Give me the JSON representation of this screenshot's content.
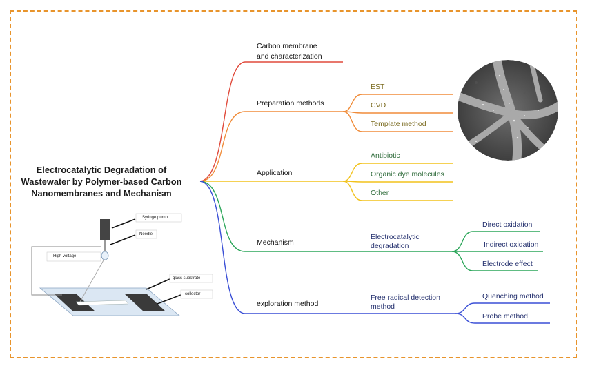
{
  "title": "Electrocatalytic Degradation of Wastewater by Polymer-based Carbon Nanomembranes and Mechanism",
  "branches": [
    {
      "label": "Carbon membrane and characterization",
      "line1": "Carbon membrane",
      "line2": "and characterization",
      "color": "#e04a3b",
      "children": []
    },
    {
      "label": "Preparation methods",
      "color": "#f08c3a",
      "children": [
        {
          "label": "EST"
        },
        {
          "label": "CVD"
        },
        {
          "label": "Template method"
        }
      ]
    },
    {
      "label": "Application",
      "color": "#f2c21b",
      "children": [
        {
          "label": "Antibiotic"
        },
        {
          "label": "Organic dye molecules"
        },
        {
          "label": "Other"
        }
      ]
    },
    {
      "label": "Mechanism",
      "color": "#2ca65a",
      "children": [
        {
          "label": "Electrocatalytic degradation",
          "line1": "Electrocatalytic",
          "line2": "degradation",
          "children": [
            {
              "label": "Direct oxidation"
            },
            {
              "label": "Indirect oxidation"
            },
            {
              "label": "Electrode effect"
            }
          ]
        }
      ]
    },
    {
      "label": "exploration method",
      "color": "#3a4fd6",
      "children": [
        {
          "label": "Free radical detection method",
          "line1": "Free radical detection",
          "line2": "method",
          "children": [
            {
              "label": "Quenching method"
            },
            {
              "label": "Probe method"
            }
          ]
        }
      ]
    }
  ],
  "apparatus": {
    "syringe_pump": "Syringe pump",
    "needle": "Needle",
    "high_voltage": "High voltage",
    "glass_substrate": "glass substrate",
    "collector": "collector"
  },
  "colors": {
    "frame": "#e8942c",
    "red": "#e04a3b",
    "orange": "#f08c3a",
    "yellow": "#f2c21b",
    "green": "#2ca65a",
    "blue": "#3a4fd6"
  }
}
